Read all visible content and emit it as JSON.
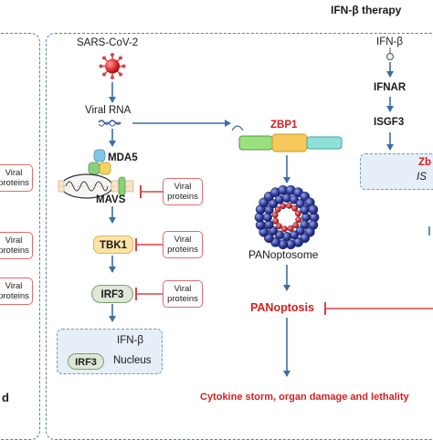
{
  "header": {
    "therapy_title": "IFN-β therapy"
  },
  "left_panel": {
    "bottom_letter": "d"
  },
  "pathway": {
    "virus": "SARS-CoV-2",
    "viral_rna": "Viral RNA",
    "mda5": "MDA5",
    "mavs": "MAVS",
    "tbk1": "TBK1",
    "irf3": "IRF3",
    "nucleus": {
      "irf3": "IRF3",
      "ifnb": "IFN-β",
      "label": "Nucleus"
    }
  },
  "viral_proteins": {
    "line1": "Viral",
    "line2": "proteins"
  },
  "zbp1_branch": {
    "zbp1": "ZBP1",
    "panoptosome": "PANoptosome",
    "panoptosis": "PANoptosis",
    "outcome": "Cytokine storm, organ damage and lethality"
  },
  "ifn_panel": {
    "ifnb": "IFN-β",
    "ifnar": "IFNAR",
    "isgf3": "ISGF3",
    "zbp1_partial": "Zb",
    "isg_partial": "IS"
  },
  "colors": {
    "arrow": "#3d6ea8",
    "inhibit": "#d64545",
    "panoptosis": "#d42020",
    "tbk1_fill": "#fde3a7",
    "irf3_fill": "#dfe7d8",
    "mda5_fill": "#e7efd0"
  }
}
